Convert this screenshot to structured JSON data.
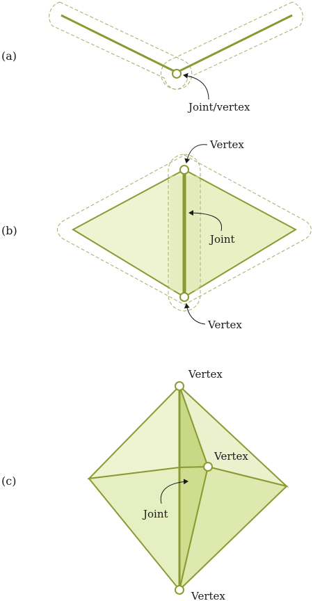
{
  "colors": {
    "stroke": "#8a9a32",
    "dashed_outline": "#a3ad62",
    "fill_light": "#eef4d2",
    "fill_mid": "#e0ebb6",
    "fill_dark": "#c8d985",
    "vertex_fill": "#ffffff",
    "text": "#1a1a1a"
  },
  "panels": {
    "a": {
      "tag": "(a)",
      "joint_vertex_label": "Joint/vertex"
    },
    "b": {
      "tag": "(b)",
      "top_vertex_label": "Vertex",
      "joint_label": "Joint",
      "bottom_vertex_label": "Vertex"
    },
    "c": {
      "tag": "(c)",
      "top_vertex_label": "Vertex",
      "mid_vertex_label": "Vertex",
      "joint_label": "Joint",
      "bottom_vertex_label": "Vertex"
    }
  },
  "icons": {
    "vertex_marker": "hollow-circle",
    "callout_arrow": "curved-arrow"
  }
}
